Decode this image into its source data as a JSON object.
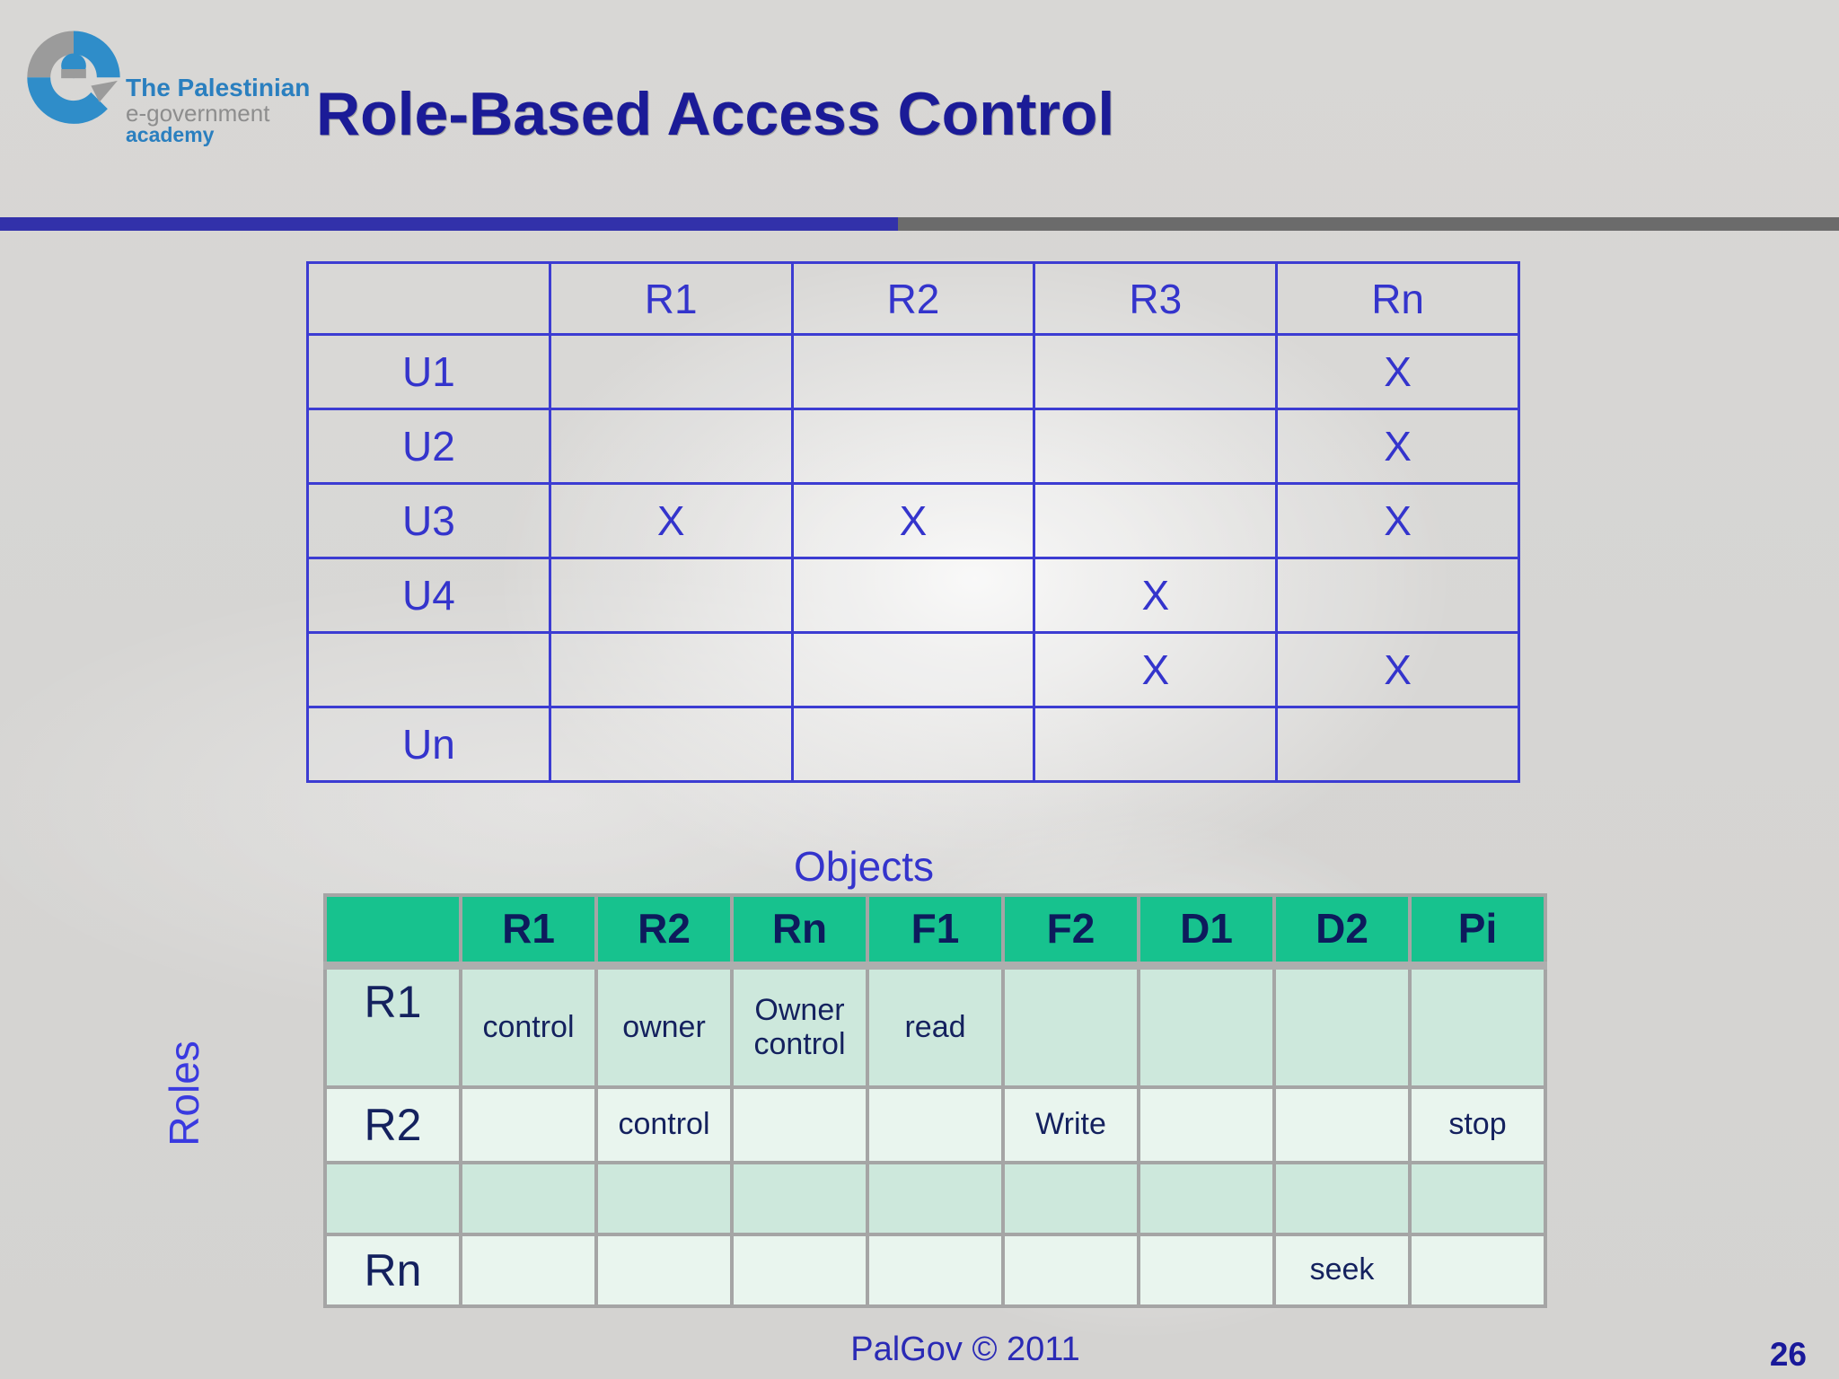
{
  "header": {
    "title": "Role-Based Access Control",
    "logo": {
      "line1": "The Palestinian",
      "line2": "e-government",
      "line3": "academy"
    }
  },
  "labels": {
    "objects": "Objects",
    "roles": "Roles"
  },
  "user_role_table": {
    "columns": [
      "",
      "R1",
      "R2",
      "R3",
      "Rn"
    ],
    "rows": [
      {
        "label": "U1",
        "cells": [
          "",
          "",
          "",
          "X"
        ]
      },
      {
        "label": "U2",
        "cells": [
          "",
          "",
          "",
          "X"
        ]
      },
      {
        "label": "U3",
        "cells": [
          "X",
          "X",
          "",
          "X"
        ]
      },
      {
        "label": "U4",
        "cells": [
          "",
          "",
          "X",
          ""
        ]
      },
      {
        "label": "",
        "cells": [
          "",
          "",
          "X",
          "X"
        ]
      },
      {
        "label": "Un",
        "cells": [
          "",
          "",
          "",
          ""
        ]
      }
    ]
  },
  "access_table": {
    "columns": [
      "",
      "R1",
      "R2",
      "Rn",
      "F1",
      "F2",
      "D1",
      "D2",
      "Pi"
    ],
    "rows": [
      {
        "label": "R1",
        "cells": [
          "control",
          "owner",
          "Owner control",
          "read",
          "",
          "",
          "",
          ""
        ]
      },
      {
        "label": "R2",
        "cells": [
          "",
          "control",
          "",
          "",
          "Write",
          "",
          "",
          "stop"
        ]
      },
      {
        "label": "",
        "cells": [
          "",
          "",
          "",
          "",
          "",
          "",
          "",
          ""
        ]
      },
      {
        "label": "Rn",
        "cells": [
          "",
          "",
          "",
          "",
          "",
          "",
          "seek",
          ""
        ]
      }
    ]
  },
  "footer": {
    "copyright": "PalGov © 2011",
    "page_number": "26"
  },
  "colors": {
    "title_navy": "#1b1b97",
    "table_blue": "#3434cc",
    "divider_blue": "#3231aa",
    "divider_gray": "#6b6b6b",
    "header_green": "#17c28e",
    "header_text_navy": "#0d1b5c",
    "row_mint_dark": "#cde8dc",
    "row_mint_light": "#e9f5ee",
    "logo_blue": "#2a7fbf",
    "logo_gray": "#9b9b9b"
  }
}
